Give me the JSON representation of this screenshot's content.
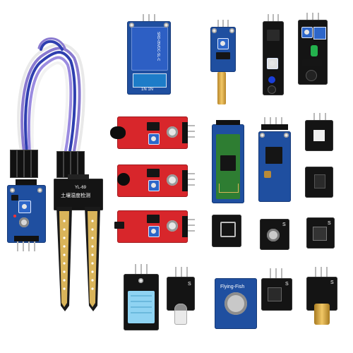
{
  "image": {
    "subject": "sensor-module-kit",
    "background": "#ffffff"
  },
  "labels": {
    "relay_marks": "SRD-05VDC-SL-C",
    "relay_pins": "1N  1N",
    "soil_probe": "YL-69",
    "soil_probe_cn": "土壤湿度检测",
    "flying_fish": "Flying-Fish",
    "s_mark": "S"
  },
  "colors": {
    "pcb_blue": "#1f4fa0",
    "pcb_red": "#d8262b",
    "pcb_black": "#141414",
    "dht_blue": "#8fd3f2",
    "probe_gold": "#d9b45a",
    "wire_colors": [
      "#e8e8e8",
      "#8a7ad0",
      "#2f3fb0",
      "#8a7ad0",
      "#e8e8e8"
    ]
  }
}
